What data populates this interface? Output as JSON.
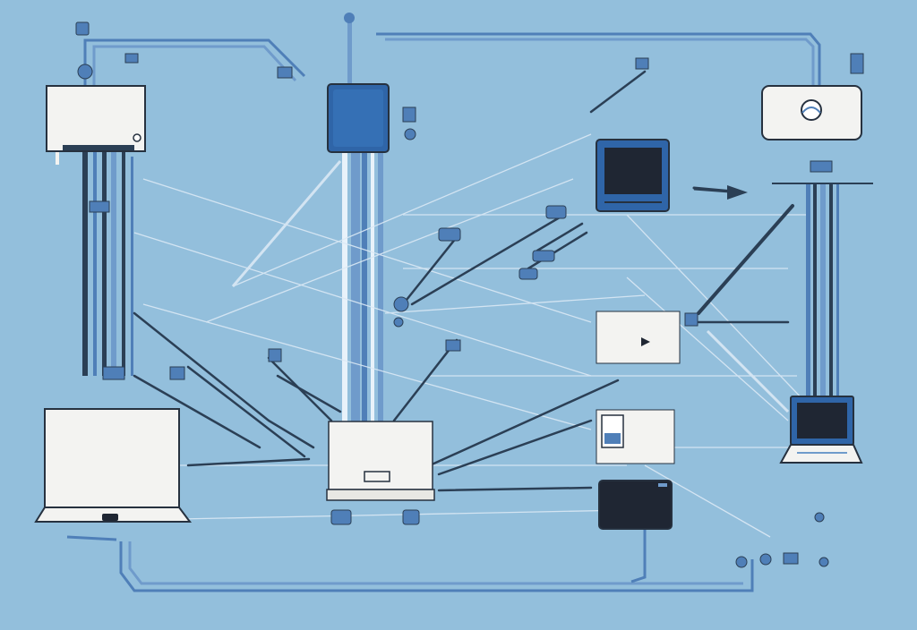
{
  "scene": {
    "background": "#93bfdc",
    "palette": {
      "line_dark": "#2b3f55",
      "line_blue": "#4f7fb8",
      "line_light": "#e8f2fa",
      "device_white": "#f3f3f1",
      "device_blue": "#2f65a8",
      "screen_dark": "#1f2633",
      "outline": "#26313f"
    },
    "devices": [
      {
        "name": "top-left-router",
        "kind": "router"
      },
      {
        "name": "center-blue-server",
        "kind": "server"
      },
      {
        "name": "top-right-camera",
        "kind": "camera"
      },
      {
        "name": "center-right-monitor",
        "kind": "monitor"
      },
      {
        "name": "center-media-player",
        "kind": "media-player"
      },
      {
        "name": "center-small-tablet",
        "kind": "tablet"
      },
      {
        "name": "center-dark-display",
        "kind": "display"
      },
      {
        "name": "center-hub",
        "kind": "hub"
      },
      {
        "name": "bottom-left-laptop",
        "kind": "laptop"
      },
      {
        "name": "right-laptop",
        "kind": "laptop"
      }
    ],
    "icons": [
      "play-icon",
      "arrow-right-icon",
      "camera-lens-icon"
    ]
  }
}
